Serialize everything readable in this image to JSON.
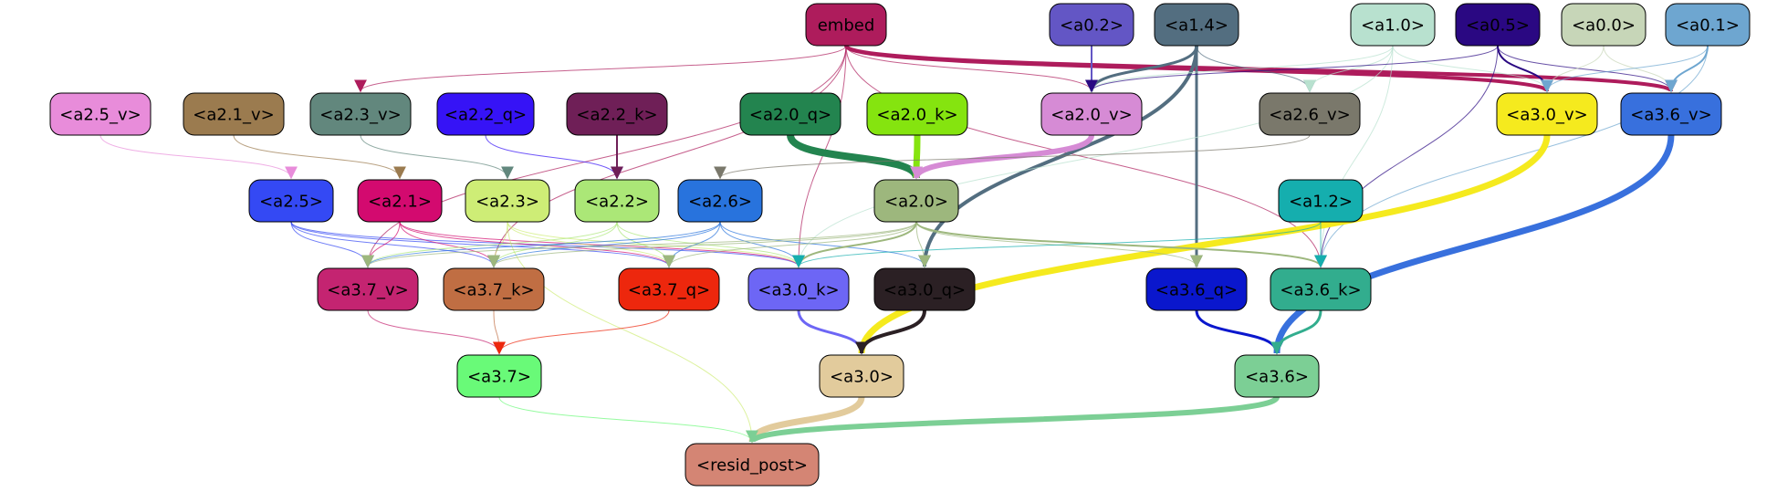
{
  "diagram": {
    "nodes": [
      {
        "id": "embed",
        "label": "embed",
        "fill": "#ae1c5c",
        "text": "#000000"
      },
      {
        "id": "a0_2",
        "label": "<a0.2>",
        "fill": "#6356c5",
        "text": "#000000"
      },
      {
        "id": "a1_4",
        "label": "<a1.4>",
        "fill": "#536e80",
        "text": "#000000"
      },
      {
        "id": "a1_0",
        "label": "<a1.0>",
        "fill": "#b8e1cf",
        "text": "#000000"
      },
      {
        "id": "a0_5",
        "label": "<a0.5>",
        "fill": "#2a0882",
        "text": "#000000"
      },
      {
        "id": "a0_0",
        "label": "<a0.0>",
        "fill": "#c7d6b8",
        "text": "#000000"
      },
      {
        "id": "a0_1",
        "label": "<a0.1>",
        "fill": "#6ea6d0",
        "text": "#000000"
      },
      {
        "id": "a2_5_v",
        "label": "<a2.5_v>",
        "fill": "#e88cda",
        "text": "#000000"
      },
      {
        "id": "a2_1_v",
        "label": "<a2.1_v>",
        "fill": "#9b7b4f",
        "text": "#000000"
      },
      {
        "id": "a2_3_v",
        "label": "<a2.3_v>",
        "fill": "#62877d",
        "text": "#000000"
      },
      {
        "id": "a2_2_q",
        "label": "<a2.2_q>",
        "fill": "#3613f6",
        "text": "#000000"
      },
      {
        "id": "a2_2_k",
        "label": "<a2.2_k>",
        "fill": "#6f1f57",
        "text": "#000000"
      },
      {
        "id": "a2_0_q",
        "label": "<a2.0_q>",
        "fill": "#23844f",
        "text": "#000000"
      },
      {
        "id": "a2_0_k",
        "label": "<a2.0_k>",
        "fill": "#85e40f",
        "text": "#000000"
      },
      {
        "id": "a2_0_v",
        "label": "<a2.0_v>",
        "fill": "#d68bd5",
        "text": "#000000"
      },
      {
        "id": "a2_6_v",
        "label": "<a2.6_v>",
        "fill": "#7a786b",
        "text": "#000000"
      },
      {
        "id": "a3_0_v",
        "label": "<a3.0_v>",
        "fill": "#f5ea1e",
        "text": "#000000"
      },
      {
        "id": "a3_6_v",
        "label": "<a3.6_v>",
        "fill": "#3870dd",
        "text": "#000000"
      },
      {
        "id": "a2_5",
        "label": "<a2.5>",
        "fill": "#3449f4",
        "text": "#000000"
      },
      {
        "id": "a2_1",
        "label": "<a2.1>",
        "fill": "#d30a6f",
        "text": "#000000"
      },
      {
        "id": "a2_3",
        "label": "<a2.3>",
        "fill": "#ceed76",
        "text": "#000000"
      },
      {
        "id": "a2_2",
        "label": "<a2.2>",
        "fill": "#abe777",
        "text": "#000000"
      },
      {
        "id": "a2_6",
        "label": "<a2.6>",
        "fill": "#2873dd",
        "text": "#000000"
      },
      {
        "id": "a2_0",
        "label": "<a2.0>",
        "fill": "#9db77d",
        "text": "#000000"
      },
      {
        "id": "a1_2",
        "label": "<a1.2>",
        "fill": "#15aeae",
        "text": "#000000"
      },
      {
        "id": "a3_7_v",
        "label": "<a3.7_v>",
        "fill": "#c42471",
        "text": "#000000"
      },
      {
        "id": "a3_7_k",
        "label": "<a3.7_k>",
        "fill": "#c06e43",
        "text": "#000000"
      },
      {
        "id": "a3_7_q",
        "label": "<a3.7_q>",
        "fill": "#ed270d",
        "text": "#000000"
      },
      {
        "id": "a3_0_k",
        "label": "<a3.0_k>",
        "fill": "#6d66f5",
        "text": "#000000"
      },
      {
        "id": "a3_0_q",
        "label": "<a3.0_q>",
        "fill": "#2b2024",
        "text": "#000000"
      },
      {
        "id": "a3_6_q",
        "label": "<a3.6_q>",
        "fill": "#0a17cd",
        "text": "#000000"
      },
      {
        "id": "a3_6_k",
        "label": "<a3.6_k>",
        "fill": "#32ad8e",
        "text": "#000000"
      },
      {
        "id": "a3_7",
        "label": "<a3.7>",
        "fill": "#69fa78",
        "text": "#000000"
      },
      {
        "id": "a3_0",
        "label": "<a3.0>",
        "fill": "#e2cb9c",
        "text": "#000000"
      },
      {
        "id": "a3_6",
        "label": "<a3.6>",
        "fill": "#7ccf95",
        "text": "#000000"
      },
      {
        "id": "resid_post",
        "label": "<resid_post>",
        "fill": "#d48574",
        "text": "#000000"
      }
    ],
    "edges": [
      {
        "from": "embed",
        "to": "a3_0_v",
        "color": "#ae1c5c",
        "weight": 4
      },
      {
        "from": "embed",
        "to": "a3_6_v",
        "color": "#ae1c5c",
        "weight": 4
      },
      {
        "from": "embed",
        "to": "a2_0_v",
        "color": "#ae1c5c",
        "weight": 1
      },
      {
        "from": "embed",
        "to": "a2_3_v",
        "color": "#ae1c5c",
        "weight": 1
      },
      {
        "from": "embed",
        "to": "a3_7_v",
        "color": "#ae1c5c",
        "weight": 1
      },
      {
        "from": "embed",
        "to": "a3_7_k",
        "color": "#ae1c5c",
        "weight": 1
      },
      {
        "from": "embed",
        "to": "a3_0_k",
        "color": "#ae1c5c",
        "weight": 1
      },
      {
        "from": "embed",
        "to": "a3_6_k",
        "color": "#ae1c5c",
        "weight": 1
      },
      {
        "from": "a0_2",
        "to": "a2_0_v",
        "color": "#6356c5",
        "weight": 2
      },
      {
        "from": "a1_4",
        "to": "a2_0_v",
        "color": "#536e80",
        "weight": 3
      },
      {
        "from": "a1_4",
        "to": "a3_0_q",
        "color": "#536e80",
        "weight": 4
      },
      {
        "from": "a1_4",
        "to": "a3_6_q",
        "color": "#536e80",
        "weight": 3
      },
      {
        "from": "a1_4",
        "to": "a2_6_v",
        "color": "#536e80",
        "weight": 1
      },
      {
        "from": "a1_0",
        "to": "a2_0_v",
        "color": "#b8e1cf",
        "weight": 1
      },
      {
        "from": "a1_0",
        "to": "a3_0_v",
        "color": "#b8e1cf",
        "weight": 1
      },
      {
        "from": "a1_0",
        "to": "a3_6_k",
        "color": "#b8e1cf",
        "weight": 1
      },
      {
        "from": "a1_0",
        "to": "a3_0_k",
        "color": "#b8e1cf",
        "weight": 1
      },
      {
        "from": "a1_0",
        "to": "a2_6_v",
        "color": "#b8e1cf",
        "weight": 1
      },
      {
        "from": "a0_5",
        "to": "a3_0_v",
        "color": "#2a0882",
        "weight": 2
      },
      {
        "from": "a0_5",
        "to": "a3_6_v",
        "color": "#2a0882",
        "weight": 1
      },
      {
        "from": "a0_5",
        "to": "a2_0_v",
        "color": "#2a0882",
        "weight": 1
      },
      {
        "from": "a0_5",
        "to": "a3_6_k",
        "color": "#2a0882",
        "weight": 1
      },
      {
        "from": "a0_0",
        "to": "a3_0_v",
        "color": "#c7d6b8",
        "weight": 1
      },
      {
        "from": "a0_0",
        "to": "a3_6_v",
        "color": "#c7d6b8",
        "weight": 1
      },
      {
        "from": "a0_1",
        "to": "a3_0_v",
        "color": "#6ea6d0",
        "weight": 1
      },
      {
        "from": "a0_1",
        "to": "a3_6_v",
        "color": "#6ea6d0",
        "weight": 2
      },
      {
        "from": "a0_1",
        "to": "a3_6_k",
        "color": "#6ea6d0",
        "weight": 1
      },
      {
        "from": "a2_5_v",
        "to": "a2_5",
        "color": "#e88cda",
        "weight": 1
      },
      {
        "from": "a2_1_v",
        "to": "a2_1",
        "color": "#9b7b4f",
        "weight": 1
      },
      {
        "from": "a2_3_v",
        "to": "a2_3",
        "color": "#62877d",
        "weight": 1
      },
      {
        "from": "a2_2_q",
        "to": "a2_2",
        "color": "#3613f6",
        "weight": 1
      },
      {
        "from": "a2_2_k",
        "to": "a2_2",
        "color": "#6f1f57",
        "weight": 2
      },
      {
        "from": "a2_0_q",
        "to": "a2_0",
        "color": "#23844f",
        "weight": 8
      },
      {
        "from": "a2_0_k",
        "to": "a2_0",
        "color": "#85e40f",
        "weight": 7
      },
      {
        "from": "a2_0_v",
        "to": "a2_0",
        "color": "#d68bd5",
        "weight": 6
      },
      {
        "from": "a2_6_v",
        "to": "a2_6",
        "color": "#7a786b",
        "weight": 1
      },
      {
        "from": "a3_0_v",
        "to": "a3_0",
        "color": "#f5ea1e",
        "weight": 7
      },
      {
        "from": "a3_6_v",
        "to": "a3_6",
        "color": "#3870dd",
        "weight": 7
      },
      {
        "from": "a2_5",
        "to": "a3_7_v",
        "color": "#3449f4",
        "weight": 1
      },
      {
        "from": "a2_5",
        "to": "a3_7_k",
        "color": "#3449f4",
        "weight": 1
      },
      {
        "from": "a2_5",
        "to": "a3_7_q",
        "color": "#3449f4",
        "weight": 1
      },
      {
        "from": "a2_5",
        "to": "a3_0_k",
        "color": "#3449f4",
        "weight": 1
      },
      {
        "from": "a2_1",
        "to": "a3_7_v",
        "color": "#d30a6f",
        "weight": 1
      },
      {
        "from": "a2_1",
        "to": "a3_7_k",
        "color": "#d30a6f",
        "weight": 1
      },
      {
        "from": "a2_1",
        "to": "a3_7_q",
        "color": "#d30a6f",
        "weight": 1
      },
      {
        "from": "a2_1",
        "to": "a3_0_k",
        "color": "#d30a6f",
        "weight": 1
      },
      {
        "from": "a2_3",
        "to": "a3_7_k",
        "color": "#ceed76",
        "weight": 1
      },
      {
        "from": "a2_3",
        "to": "a3_7_q",
        "color": "#ceed76",
        "weight": 1
      },
      {
        "from": "a2_3",
        "to": "a3_0_k",
        "color": "#ceed76",
        "weight": 1
      },
      {
        "from": "a2_3",
        "to": "resid_post",
        "color": "#ceed76",
        "weight": 1
      },
      {
        "from": "a2_2",
        "to": "a3_7_v",
        "color": "#abe777",
        "weight": 1
      },
      {
        "from": "a2_2",
        "to": "a3_7_k",
        "color": "#abe777",
        "weight": 1
      },
      {
        "from": "a2_2",
        "to": "a3_7_q",
        "color": "#abe777",
        "weight": 1
      },
      {
        "from": "a2_2",
        "to": "a3_0_k",
        "color": "#abe777",
        "weight": 1
      },
      {
        "from": "a2_6",
        "to": "a3_7_v",
        "color": "#2873dd",
        "weight": 1
      },
      {
        "from": "a2_6",
        "to": "a3_7_k",
        "color": "#2873dd",
        "weight": 1
      },
      {
        "from": "a2_6",
        "to": "a3_7_q",
        "color": "#2873dd",
        "weight": 1
      },
      {
        "from": "a2_6",
        "to": "a3_0_k",
        "color": "#2873dd",
        "weight": 1
      },
      {
        "from": "a2_6",
        "to": "a3_0_q",
        "color": "#2873dd",
        "weight": 1
      },
      {
        "from": "a2_0",
        "to": "a3_7_v",
        "color": "#9db77d",
        "weight": 1
      },
      {
        "from": "a2_0",
        "to": "a3_7_k",
        "color": "#9db77d",
        "weight": 1
      },
      {
        "from": "a2_0",
        "to": "a3_0_k",
        "color": "#9db77d",
        "weight": 2
      },
      {
        "from": "a2_0",
        "to": "a3_0_q",
        "color": "#9db77d",
        "weight": 1
      },
      {
        "from": "a2_0",
        "to": "a3_6_q",
        "color": "#9db77d",
        "weight": 1
      },
      {
        "from": "a2_0",
        "to": "a3_6_k",
        "color": "#9db77d",
        "weight": 2
      },
      {
        "from": "a2_0",
        "to": "a3_7_q",
        "color": "#9db77d",
        "weight": 1
      },
      {
        "from": "a1_2",
        "to": "a3_6_k",
        "color": "#15aeae",
        "weight": 1
      },
      {
        "from": "a1_2",
        "to": "a3_0_k",
        "color": "#15aeae",
        "weight": 1
      },
      {
        "from": "a3_7_v",
        "to": "a3_7",
        "color": "#c42471",
        "weight": 1
      },
      {
        "from": "a3_7_k",
        "to": "a3_7",
        "color": "#c06e43",
        "weight": 1
      },
      {
        "from": "a3_7_q",
        "to": "a3_7",
        "color": "#ed270d",
        "weight": 1
      },
      {
        "from": "a3_0_k",
        "to": "a3_0",
        "color": "#6d66f5",
        "weight": 3
      },
      {
        "from": "a3_0_q",
        "to": "a3_0",
        "color": "#2b2024",
        "weight": 4
      },
      {
        "from": "a3_6_q",
        "to": "a3_6",
        "color": "#0a17cd",
        "weight": 3
      },
      {
        "from": "a3_6_k",
        "to": "a3_6",
        "color": "#32ad8e",
        "weight": 3
      },
      {
        "from": "a3_7",
        "to": "resid_post",
        "color": "#69fa78",
        "weight": 1
      },
      {
        "from": "a3_0",
        "to": "resid_post",
        "color": "#e2cb9c",
        "weight": 7
      },
      {
        "from": "a3_6",
        "to": "resid_post",
        "color": "#7ccf95",
        "weight": 6
      }
    ]
  }
}
